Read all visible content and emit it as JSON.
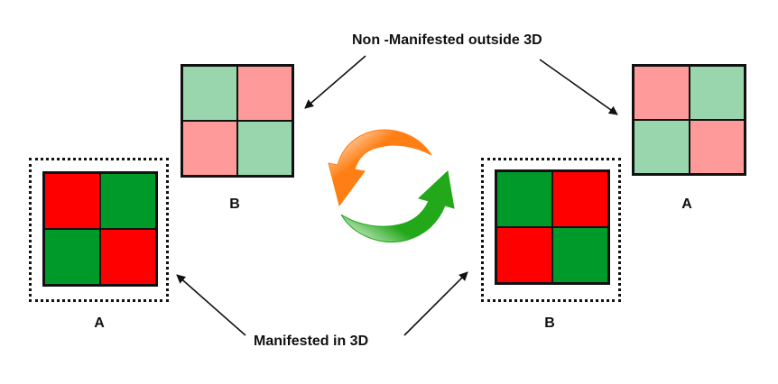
{
  "captions": {
    "top": "Non -Manifested outside 3D",
    "bottom": "Manifested in 3D"
  },
  "labels": {
    "left_main": "A",
    "top_left_pale": "B",
    "right_main": "B",
    "top_right_pale": "A"
  },
  "colors": {
    "red": "#ff0000",
    "green": "#009a2a",
    "pale_red": "#ff9a9a",
    "pale_green": "#99d6ad",
    "orange": "#ff7f14",
    "cycle_green": "#23a81a",
    "line": "#111111"
  },
  "grids": {
    "left_main": [
      "red",
      "green",
      "green",
      "red"
    ],
    "top_left_pale": [
      "pale_green",
      "pale_red",
      "pale_red",
      "pale_green"
    ],
    "right_main": [
      "green",
      "red",
      "red",
      "green"
    ],
    "top_right_pale": [
      "pale_red",
      "pale_green",
      "pale_green",
      "pale_red"
    ]
  }
}
